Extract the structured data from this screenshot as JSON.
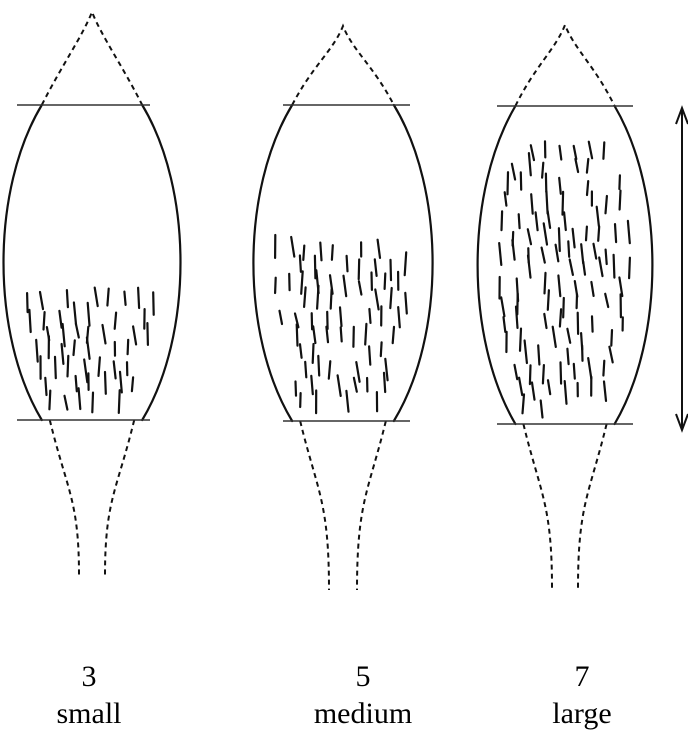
{
  "panels": [
    {
      "score": "3",
      "label": "small",
      "fill_level": 0.4
    },
    {
      "score": "5",
      "label": "medium",
      "fill_level": 0.6
    },
    {
      "score": "7",
      "label": "large",
      "fill_level": 0.9
    }
  ],
  "colors": {
    "ink": "#111111",
    "paper": "#ffffff"
  }
}
